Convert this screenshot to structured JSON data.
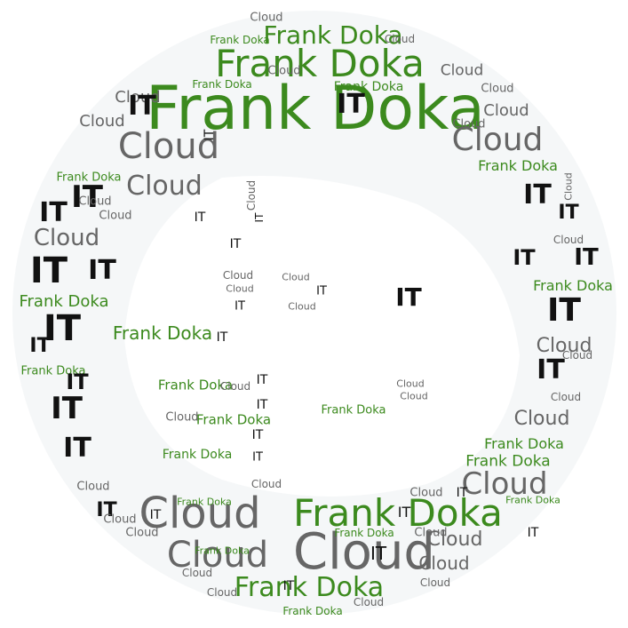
{
  "words": {
    "brand": "Frank Doka",
    "cloud": "Cloud",
    "it": "IT"
  },
  "colors": {
    "background": "#ffffff",
    "brand": "#3c8a1e",
    "cloud": "#666666",
    "it": "#111111",
    "face_fill": "#f5f7f8"
  }
}
